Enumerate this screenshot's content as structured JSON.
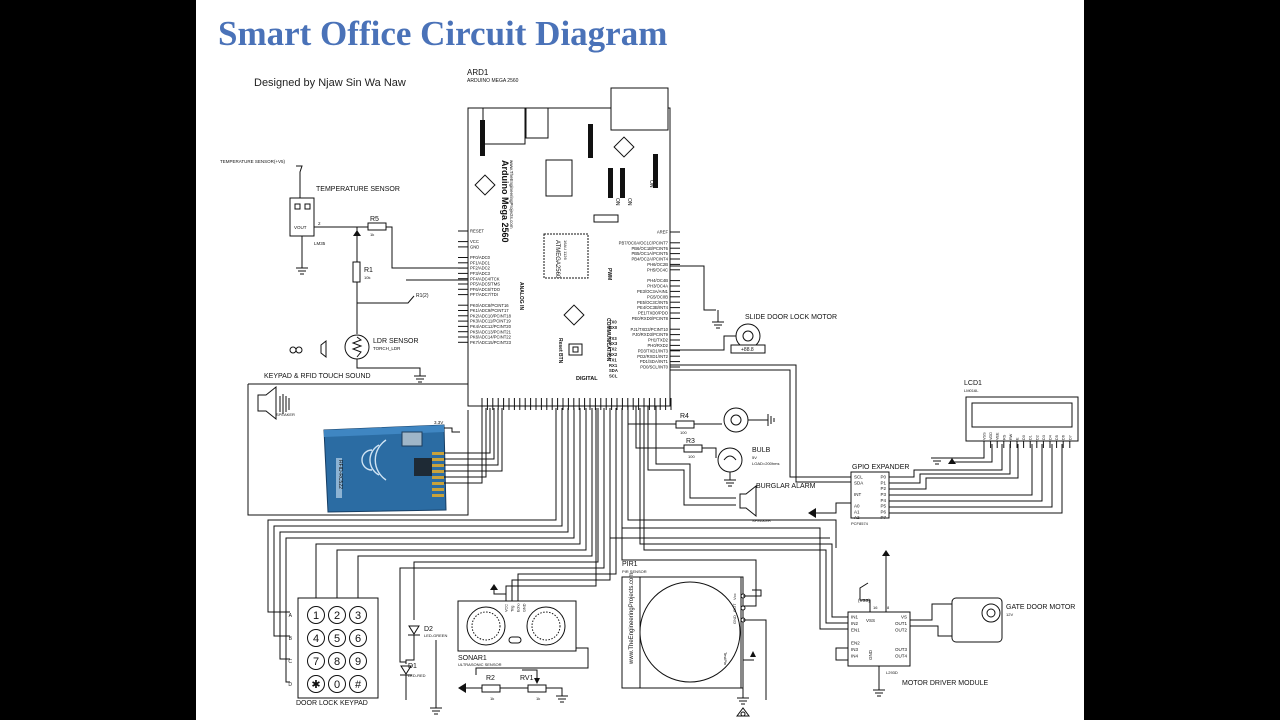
{
  "title": "Smart Office Circuit Diagram",
  "author": "Designed by Njaw Sin Wa Naw",
  "arduino": {
    "ref": "ARD1",
    "model": "ARDUINO MEGA 2560",
    "board_name": "Arduino Mega 2560",
    "website": "www.TheEngineeringProjects.com",
    "chip": "ATMEGA2560",
    "chip_sub": "16AU 1126",
    "on": "ON",
    "reset_btn": "Reset BTN",
    "section_analog": "ANALOG IN",
    "section_pwm": "PWM",
    "section_comm": "COMMUNICATION",
    "section_digital": "DIGITAL",
    "left_pins": [
      "RESET",
      "",
      "VCC",
      "GND",
      "",
      "PF0/ADC0",
      "PF1/ADC1",
      "PF2/ADC2",
      "PF3/ADC3",
      "PF4/ADC4/TCK",
      "PF5/ADC5/TMS",
      "PF6/ADC6/TDO",
      "PF7/ADC7/TDI",
      "",
      "PK0/ADC8/PCINT16",
      "PK1/ADC9/PCINT17",
      "PK2/ADC10/PCINT18",
      "PK3/ADC11/PCINT19",
      "PK4/ADC12/PCINT20",
      "PK5/ADC13/PCINT21",
      "PK6/ADC14/PCINT22",
      "PK7/ADC15/PCINT23"
    ],
    "right_pins": [
      "AREF",
      "",
      "PB7/OC0A/OC1C/PCINT7",
      "PB6/OC1B/PCINT6",
      "PB5/OC1A/PCINT5",
      "PB4/OC2A/PCINT4",
      "PH6/OC2B",
      "PH5/OC4C",
      "",
      "PH4/OC4B",
      "PH3/OC4A",
      "PE3/OC3A/AIN1",
      "PG5/OC0B",
      "PE5/OC3C/INT5",
      "PE4/OC3B/INT4",
      "PE1/TXD0/PDO",
      "PE0/RXD0/PCINT8",
      "",
      "PJ1/TXD3/PCINT10",
      "PJ0/RXD3/PCINT9",
      "PH1/TXD2",
      "PH0/RXD2",
      "PD3/TXD1/INT3",
      "PD2/RXD1/INT2",
      "PD1/SDA/INT1",
      "PD0/SCL/INT0"
    ],
    "comm_tags": [
      "TX0",
      "RX0",
      "TX3",
      "RX3",
      "TX2",
      "RX2",
      "TX1",
      "RX1",
      "SDA",
      "SCL"
    ]
  },
  "temperature": {
    "source_label": "TEMPERATURE SENSOR(+V5)",
    "label": "TEMPERATURE SENSOR",
    "vout": "VOUT",
    "part": "LM35",
    "pin": "2"
  },
  "r5": {
    "ref": "R5",
    "value": "1k"
  },
  "r1": {
    "ref": "R1",
    "value": "10k"
  },
  "r1_tap": "R1(2)",
  "ldr": {
    "label": "LDR SENSOR",
    "part": "TORCH_LDR"
  },
  "keypad_sound": {
    "label": "KEYPAD & RFID TOUCH SOUND",
    "part": "SPEAKER"
  },
  "rfid": {
    "vcc": "3.3V",
    "chip_text": "RFID-RC522"
  },
  "slide_motor": {
    "label": "SLIDE DOOR LOCK MOTOR",
    "volt": "+88.8"
  },
  "r4": {
    "ref": "R4",
    "value": "100"
  },
  "r3": {
    "ref": "R3",
    "value": "100"
  },
  "bulb": {
    "label": "BULB",
    "volt": "5V",
    "load": "LOAD=200hms"
  },
  "burglar": {
    "label": "BURGLAR ALARM",
    "part": "SPEAKER"
  },
  "gpio": {
    "label": "GPIO EXPANDER",
    "part": "PCF8574",
    "left_pins": [
      "SCL",
      "SDA",
      "",
      "INT",
      "",
      "A0",
      "A1",
      "A2"
    ],
    "right_pins": [
      "P0",
      "P1",
      "P2",
      "P3",
      "P4",
      "P5",
      "P6",
      "P7"
    ]
  },
  "lcd": {
    "ref": "LCD1",
    "part": "LM016L",
    "pins": [
      "VSS",
      "VDD",
      "VEE",
      "RS",
      "RW",
      "E",
      "D0",
      "D1",
      "D2",
      "D3",
      "D4",
      "D5",
      "D6",
      "D7"
    ]
  },
  "keypad": {
    "label": "DOOR LOCK KEYPAD",
    "keys": [
      "1",
      "2",
      "3",
      "4",
      "5",
      "6",
      "7",
      "8",
      "9",
      "✱",
      "0",
      "#"
    ],
    "rows": [
      "A",
      "B",
      "C",
      "D"
    ]
  },
  "d2": {
    "ref": "D2",
    "part": "LED-GREEN"
  },
  "d1": {
    "ref": "D1",
    "part": "LED-RED"
  },
  "sonar": {
    "ref": "SONAR1",
    "part": "ULTRASONIC SENSOR",
    "pins": [
      "VCC",
      "Trig",
      "Echo",
      "GND"
    ]
  },
  "r2": {
    "ref": "R2",
    "value": "1k"
  },
  "rv1": {
    "ref": "RV1",
    "value": "1k"
  },
  "pir": {
    "ref": "PIR1",
    "part": "PIR SENSOR",
    "website": "www.TheEngineeringProjects.com",
    "pins": [
      "Vcc",
      "OUT",
      "GND"
    ],
    "test": "TestPin"
  },
  "driver": {
    "label": "MOTOR DRIVER MODULE",
    "part": "L293D",
    "left_pins": [
      "IN1",
      "IN2",
      "EN1",
      "",
      "EN2",
      "IN3",
      "IN4"
    ],
    "right_pins": [
      "VS",
      "OUT1",
      "OUT2",
      "",
      "",
      "OUT3",
      "OUT4"
    ],
    "vss": "VSS",
    "gnd": "GND",
    "vss_tag": "(VSS)",
    "pin16": "16",
    "pin8": "8"
  },
  "gate_motor": {
    "label": "GATE DOOR MOTOR",
    "volt": "12V"
  }
}
